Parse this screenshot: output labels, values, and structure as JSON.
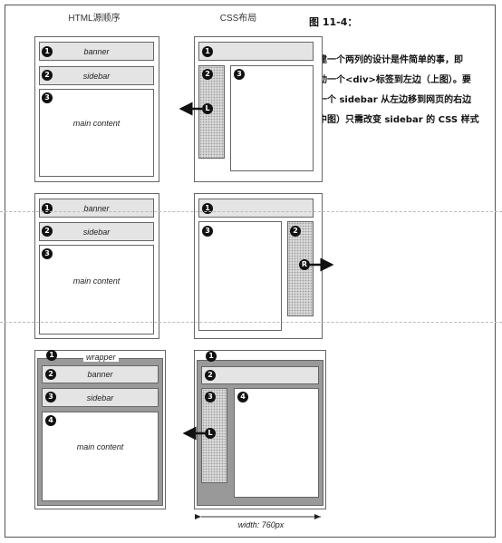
{
  "columns": {
    "html_order": "HTML源顺序",
    "css_layout": "CSS布局"
  },
  "caption": {
    "title": "图 11-4：",
    "lines": [
      "创建一个两列的设计是件简单的事，即",
      "浮动一个<div>标签到左边（上图）。要",
      "使一个 sidebar 从左边移到网页的右边",
      "（中图）只需改变 sidebar 的 CSS 样式"
    ]
  },
  "labels": {
    "banner": "banner",
    "sidebar": "sidebar",
    "main_content": "main content",
    "wrapper": "wrapper",
    "width": "width: 760px"
  },
  "markers": {
    "n1": "1",
    "n2": "2",
    "n3": "3",
    "n4": "4",
    "left": "L",
    "right": "R"
  }
}
